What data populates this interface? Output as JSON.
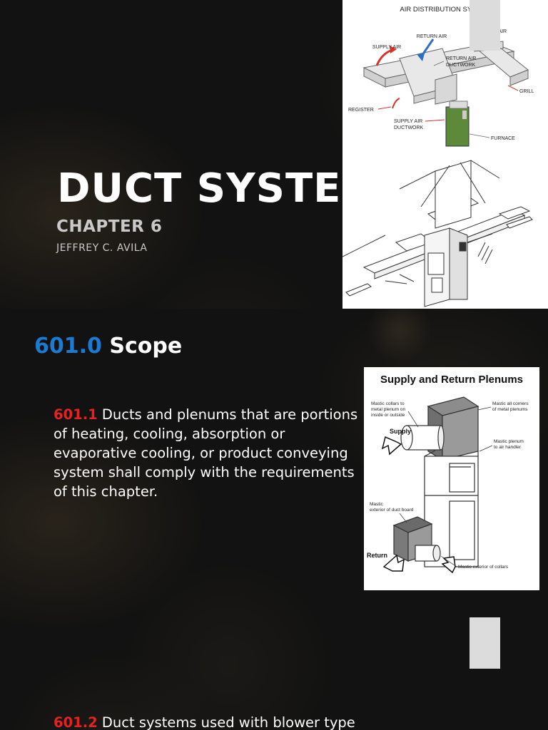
{
  "slide1": {
    "title": "DUCT SYSTE",
    "subtitle": "CHAPTER 6",
    "author": "JEFFREY C. AVILA",
    "figure": {
      "heading": "AIR DISTRIBUTION SYSTEM",
      "labels": {
        "return_air": "RETURN AIR",
        "supply_air_left": "SUPPLY AIR",
        "supply_air_right": "SUPPLY AIR",
        "return_air_ductwork_1": "RETURN AIR",
        "return_air_ductwork_2": "DUCTWORK",
        "grill": "GRILL",
        "register": "REGISTER",
        "supply_air_ductwork_1": "SUPPLY AIR",
        "supply_air_ductwork_2": "DUCTWORK",
        "furnace": "FURNACE"
      }
    }
  },
  "slide2": {
    "section_number": "601.0",
    "section_title": "Scope",
    "paragraphs": [
      {
        "number": "601.1",
        "text": "Ducts and plenums that are portions of heating, cooling, absorption or evaporative cooling, or product conveying system shall comply with the requirements of this chapter."
      },
      {
        "number": "601.2",
        "text": "Duct systems used with blower type"
      }
    ],
    "figure": {
      "title": "Supply and Return Plenums",
      "labels": {
        "mastic_collars_1": "Mastic collars to",
        "mastic_collars_2": "metal plenum on",
        "mastic_collars_3": "inside or outside",
        "mastic_corners_1": "Mastic all corners",
        "mastic_corners_2": "of metal plenums",
        "supply": "Supply",
        "mastic_plenum_1": "Mastic plenum",
        "mastic_plenum_2": "to air handler",
        "mastic_exterior_1": "Mastic",
        "mastic_exterior_2": "exterior of duct board",
        "return": "Return",
        "mastic_collars_exterior": "Mastic exterior of collars"
      }
    }
  },
  "colors": {
    "background": "#121212",
    "section_number_blue": "#1a7bd0",
    "paragraph_number_red": "#e42222",
    "furnace_green": "#5d8a3a",
    "arrow_red": "#d8322a",
    "arrow_blue": "#2d6fc4"
  }
}
